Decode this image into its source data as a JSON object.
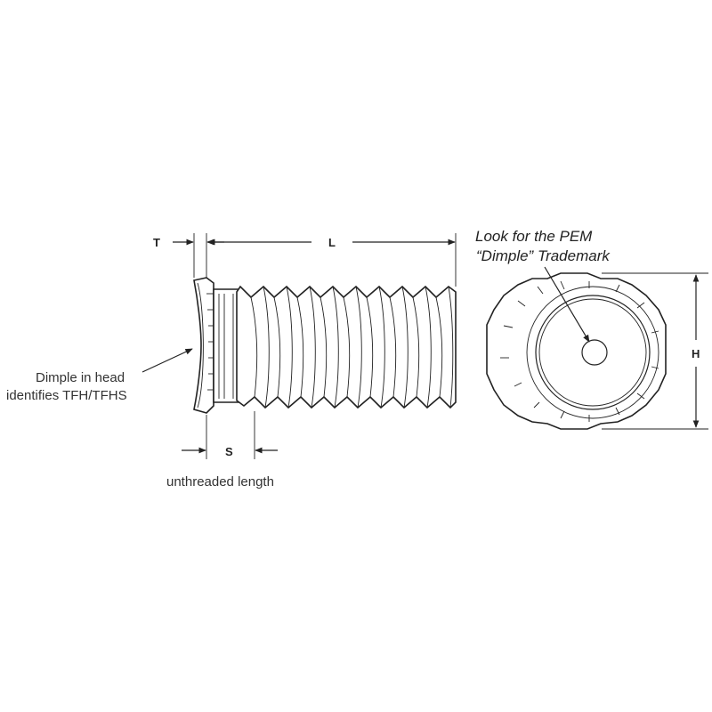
{
  "dimensions": {
    "T": "T",
    "L": "L",
    "S": "S",
    "H": "H"
  },
  "notes": {
    "dimple_head_line1": "Dimple in head",
    "dimple_head_line2": "identifies TFH/TFHS",
    "unthreaded": "unthreaded length",
    "trademark_line1": "Look for the PEM",
    "trademark_line2": "“Dimple” Trademark"
  }
}
